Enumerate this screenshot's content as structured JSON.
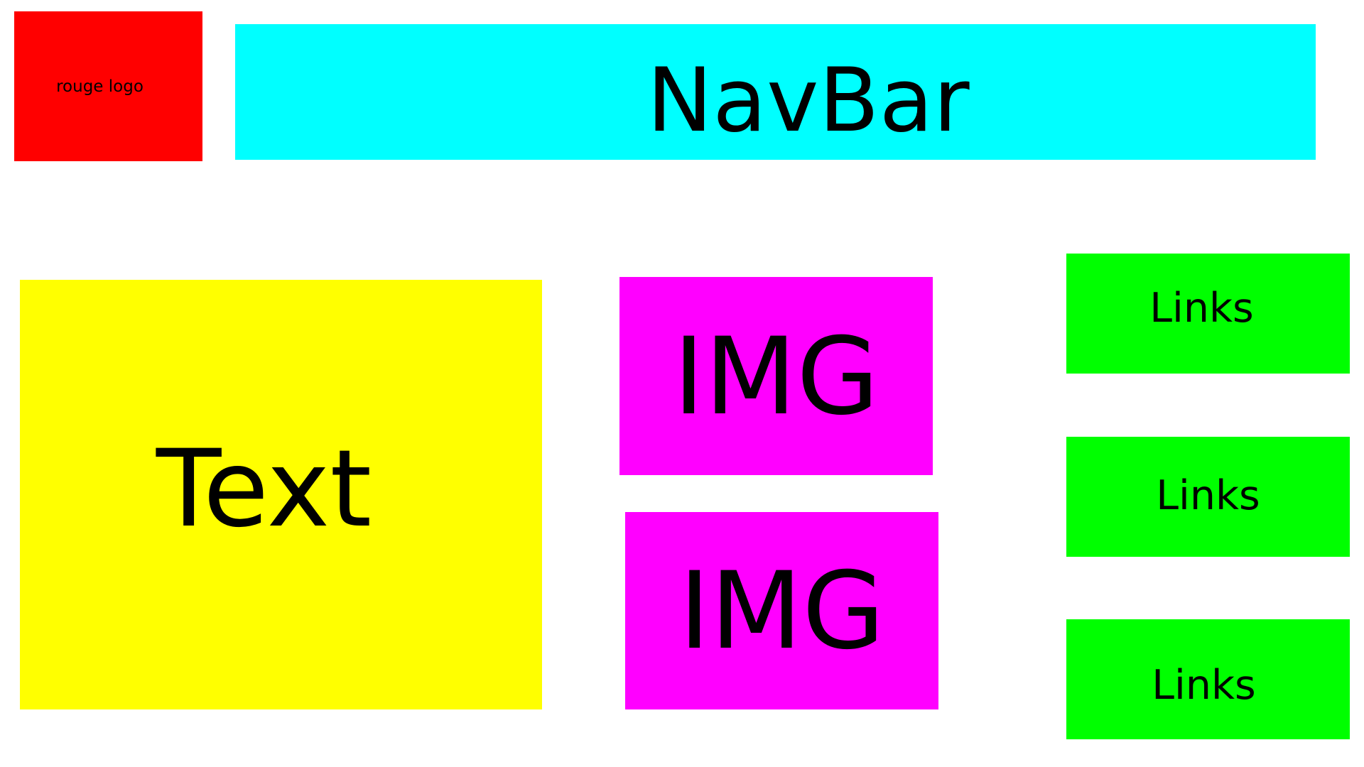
{
  "logo": {
    "label": "rouge logo",
    "color": "#ff0000"
  },
  "navbar": {
    "label": "NavBar",
    "color": "#00ffff"
  },
  "text_block": {
    "label": "Text",
    "color": "#ffff00"
  },
  "images": [
    {
      "label": "IMG",
      "color": "#ff00ff"
    },
    {
      "label": "IMG",
      "color": "#ff00ff"
    }
  ],
  "links": [
    {
      "label": "Links",
      "color": "#00ff00"
    },
    {
      "label": "Links",
      "color": "#00ff00"
    },
    {
      "label": "Links",
      "color": "#00ff00"
    }
  ]
}
